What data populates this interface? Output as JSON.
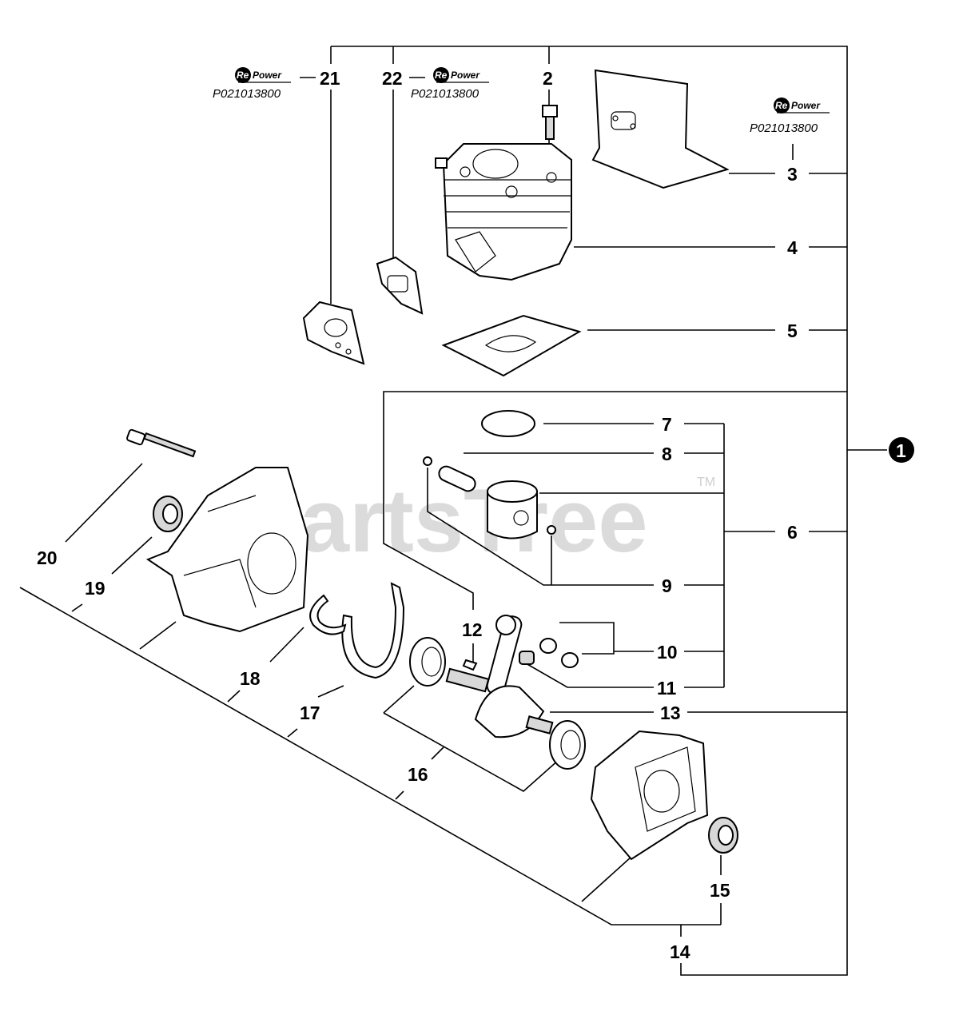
{
  "watermark": {
    "text": "PartsTree",
    "trademark": "TM"
  },
  "repower": {
    "brand_re": "Re",
    "brand_power": "Power",
    "part_number": "P021013800"
  },
  "callouts": {
    "c1": "1",
    "c2": "2",
    "c3": "3",
    "c4": "4",
    "c5": "5",
    "c6": "6",
    "c7": "7",
    "c8": "8",
    "c9": "9",
    "c10": "10",
    "c11": "11",
    "c12": "12",
    "c13": "13",
    "c14": "14",
    "c15": "15",
    "c16": "16",
    "c17": "17",
    "c18": "18",
    "c19": "19",
    "c20": "20",
    "c21": "21",
    "c22": "22"
  },
  "parts": [
    "cylinder-assembly",
    "bolt",
    "muffler-plate",
    "cylinder",
    "cylinder-gasket",
    "piston-assembly",
    "piston-ring",
    "piston-pin",
    "circlip",
    "washer",
    "needle-bearing",
    "key",
    "crankshaft",
    "crankcase",
    "oil-seal",
    "ball-bearing",
    "plate",
    "snap-ring",
    "oil-seal",
    "crankcase-bolt",
    "insulator-gasket",
    "carburetor-gasket"
  ]
}
